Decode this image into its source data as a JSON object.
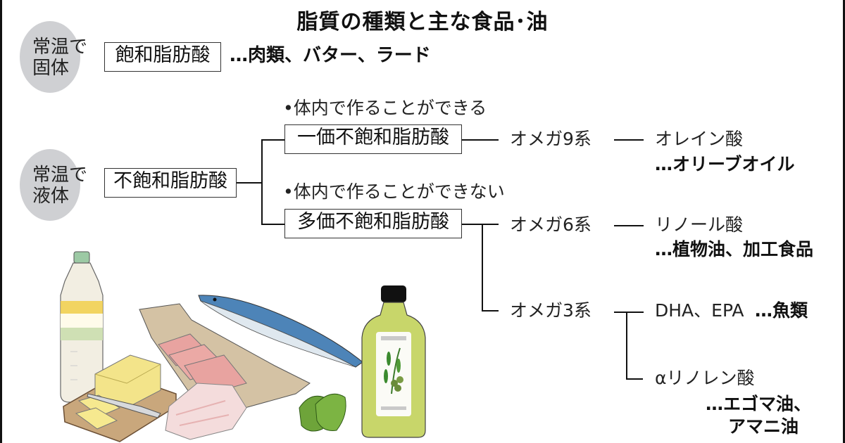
{
  "title": "脂質の種類と主な食品･油",
  "solid": {
    "state_line1": "常温で",
    "state_line2": "固体",
    "category": "飽和脂肪酸",
    "foods": "…肉類、バター、ラード"
  },
  "liquid": {
    "state_line1": "常温で",
    "state_line2": "液体",
    "category": "不飽和脂肪酸",
    "branches": [
      {
        "note": "•体内で作ることができる",
        "category": "一価不飽和脂肪酸",
        "series": [
          {
            "name": "オメガ9系",
            "acids": [
              {
                "name": "オレイン酸",
                "foods": "…オリーブオイル"
              }
            ]
          }
        ]
      },
      {
        "note": "•体内で作ることができない",
        "category": "多価不飽和脂肪酸",
        "series": [
          {
            "name": "オメガ6系",
            "acids": [
              {
                "name": "リノール酸",
                "foods": "…植物油、加工食品"
              }
            ]
          },
          {
            "name": "オメガ3系",
            "acids": [
              {
                "name": "DHA、EPA",
                "foods": "…魚類"
              },
              {
                "name": "αリノレン酸",
                "foods_line1": "…エゴマ油、",
                "foods_line2": "アマニ油"
              }
            ]
          }
        ]
      }
    ]
  },
  "illustration": {
    "items": [
      "oil-bottle",
      "butter",
      "meat",
      "pork",
      "fish",
      "perilla-leaves",
      "olive-oil-bottle"
    ],
    "colors": {
      "circle": "#cfd0d3",
      "olive_oil": "#c8d66a",
      "butter": "#f3e48a",
      "fish_back": "#4d84b8",
      "meat": "#e8a3a0",
      "board": "#c9a77c",
      "leaf": "#6ea43a"
    }
  }
}
